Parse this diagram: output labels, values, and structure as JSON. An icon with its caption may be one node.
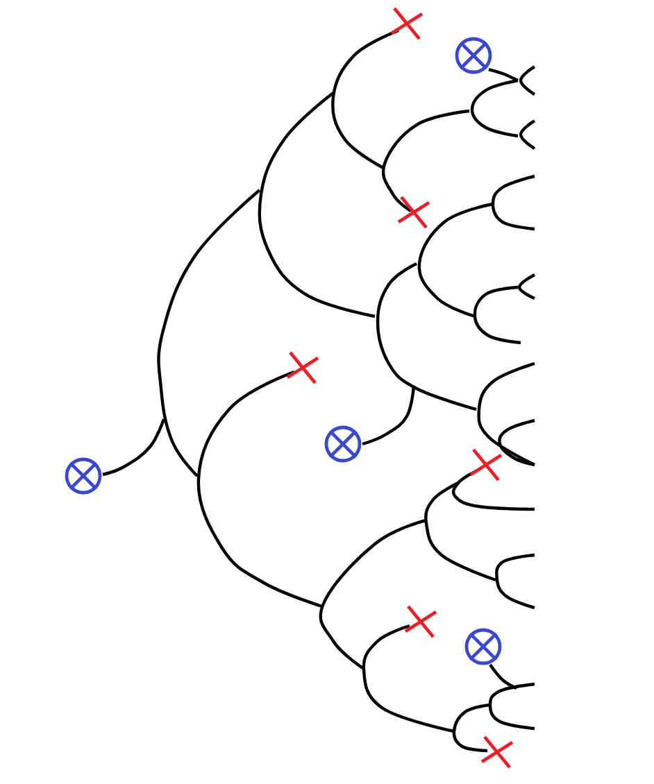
{
  "diagram": {
    "nodes": [
      {
        "text": [],
        "shape": "cross"
      },
      {
        "text": [],
        "shape": "circle"
      },
      {
        "text": [],
        "shape": "cross"
      },
      {
        "text": [],
        "shape": "cross"
      },
      {
        "text": [],
        "shape": "circle"
      },
      {
        "text": [],
        "shape": "cross"
      },
      {
        "text": [],
        "shape": "circle"
      },
      {
        "text": [],
        "shape": "cross"
      },
      {
        "text": [],
        "shape": "circle"
      },
      {
        "text": [],
        "shape": "cross"
      }
    ]
  }
}
